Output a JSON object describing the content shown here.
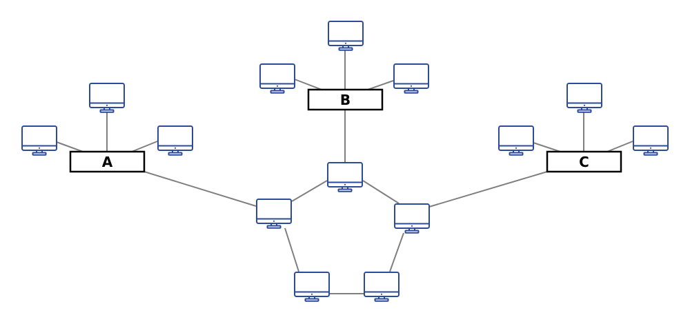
{
  "diagram": {
    "title": "",
    "colors": {
      "link": "#7f7f7f",
      "monitor": "#2b4a9b",
      "hub_border": "#000000",
      "background": "#ffffff"
    },
    "hubs": [
      {
        "id": "A",
        "label": "A"
      },
      {
        "id": "B",
        "label": "B"
      },
      {
        "id": "C",
        "label": "C"
      }
    ],
    "computers": [
      {
        "id": "a-left",
        "icon": "computer-monitor-icon",
        "attached_to": "A"
      },
      {
        "id": "a-top",
        "icon": "computer-monitor-icon",
        "attached_to": "A"
      },
      {
        "id": "a-right",
        "icon": "computer-monitor-icon",
        "attached_to": "A"
      },
      {
        "id": "b-left",
        "icon": "computer-monitor-icon",
        "attached_to": "B"
      },
      {
        "id": "b-top",
        "icon": "computer-monitor-icon",
        "attached_to": "B"
      },
      {
        "id": "b-right",
        "icon": "computer-monitor-icon",
        "attached_to": "B"
      },
      {
        "id": "c-left",
        "icon": "computer-monitor-icon",
        "attached_to": "C"
      },
      {
        "id": "c-top",
        "icon": "computer-monitor-icon",
        "attached_to": "C"
      },
      {
        "id": "c-right",
        "icon": "computer-monitor-icon",
        "attached_to": "C"
      },
      {
        "id": "ring-top",
        "icon": "computer-monitor-icon",
        "attached_to": "ring"
      },
      {
        "id": "ring-left",
        "icon": "computer-monitor-icon",
        "attached_to": "ring"
      },
      {
        "id": "ring-right",
        "icon": "computer-monitor-icon",
        "attached_to": "ring"
      },
      {
        "id": "ring-bottom-left",
        "icon": "computer-monitor-icon",
        "attached_to": "ring"
      },
      {
        "id": "ring-bottom-right",
        "icon": "computer-monitor-icon",
        "attached_to": "ring"
      }
    ],
    "links": [
      [
        "a-left",
        "A"
      ],
      [
        "a-top",
        "A"
      ],
      [
        "a-right",
        "A"
      ],
      [
        "b-left",
        "B"
      ],
      [
        "b-top",
        "B"
      ],
      [
        "b-right",
        "B"
      ],
      [
        "c-left",
        "C"
      ],
      [
        "c-top",
        "C"
      ],
      [
        "c-right",
        "C"
      ],
      [
        "A",
        "ring-left"
      ],
      [
        "B",
        "ring-top"
      ],
      [
        "C",
        "ring-right"
      ],
      [
        "ring-left",
        "ring-top"
      ],
      [
        "ring-top",
        "ring-right"
      ],
      [
        "ring-right",
        "ring-bottom-right"
      ],
      [
        "ring-bottom-right",
        "ring-bottom-left"
      ],
      [
        "ring-bottom-left",
        "ring-left"
      ]
    ]
  }
}
